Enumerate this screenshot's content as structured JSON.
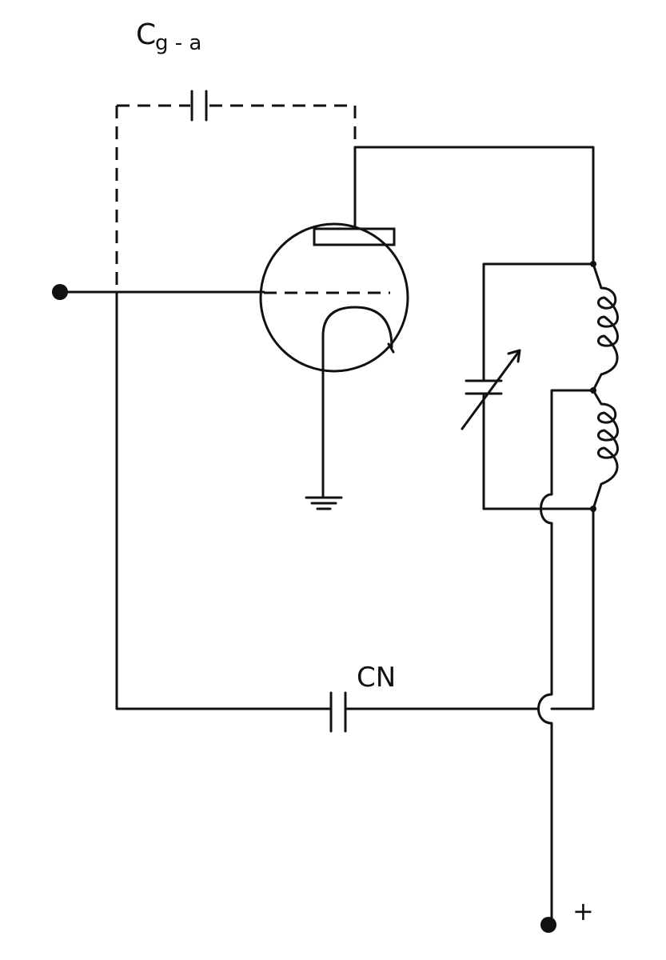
{
  "diagram": {
    "labels": {
      "cga_main": "C",
      "cga_sub": "g - a",
      "cn": "CN",
      "plus": "+"
    },
    "colors": {
      "ink": "#111111",
      "show_through_text": "#d9d9d9",
      "paper": "#ffffff"
    }
  }
}
